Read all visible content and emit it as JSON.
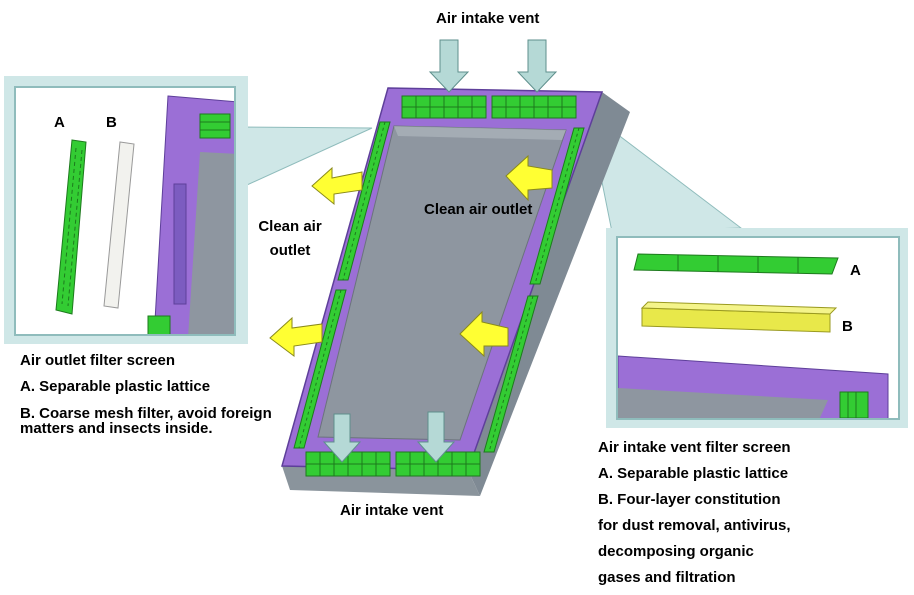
{
  "labels": {
    "top_intake": "Air intake vent",
    "bottom_intake": "Air intake vent",
    "clean_air_outlet_left_line1": "Clean air",
    "clean_air_outlet_left_line2": "outlet",
    "clean_air_outlet_center": "Clean air outlet"
  },
  "left_inset": {
    "label_a": "A",
    "label_b": "B"
  },
  "right_inset": {
    "label_a": "A",
    "label_b": "B"
  },
  "left_caption": {
    "title": "Air outlet filter screen",
    "line_a": "A. Separable plastic lattice",
    "line_b1": "B. Coarse mesh filter, avoid foreign",
    "line_b2": "matters and insects inside."
  },
  "right_caption": {
    "title": "Air intake vent filter screen",
    "line_a": "A. Separable plastic lattice",
    "line_b1": "B. Four-layer constitution",
    "line_b2": "for dust removal, antivirus,",
    "line_b3": "decomposing organic",
    "line_b4": "gases and filtration"
  },
  "colors": {
    "frame_purple": "#9b6fd6",
    "panel_gray": "#8e96a0",
    "grille_green": "#33cc33",
    "intake_arrow": "#b5d9d6",
    "outlet_arrow": "#ffff33",
    "callout_fill": "#cfe7e7",
    "filter_yellow": "#e8e84a",
    "filter_white": "#f2f2ee"
  }
}
